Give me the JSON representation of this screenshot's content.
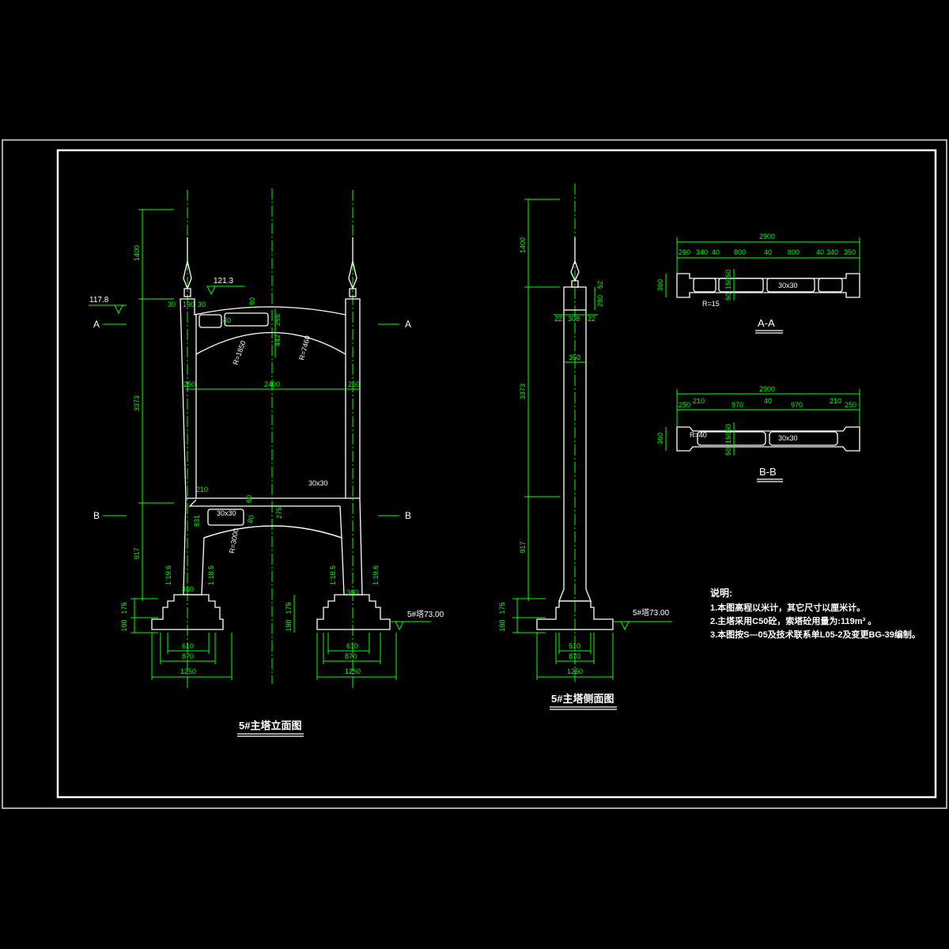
{
  "elevation": {
    "title": "5#主塔立面图",
    "dims": {
      "mast_height": "1400",
      "upper_height": "3373",
      "lower_height": "917",
      "footing_upper": "175",
      "footing_lower": "190",
      "top_small_left": "30",
      "top_small_mid": "190",
      "top_small_right": "30",
      "beam_40": "40",
      "beam_80": "80",
      "beam_255": "255",
      "beam_442": "442",
      "pier_left": "250",
      "span": "2400",
      "pier_right": "250",
      "lower_210": "210",
      "lower_60": "60",
      "lower_80": "80",
      "lower_831": "831",
      "lower_275": "275",
      "haunch_upper": "30x30",
      "haunch_lower": "30x30",
      "slope_l1": "1:19.6",
      "slope_l2": "1:18.5",
      "slope_r1": "1:18.5",
      "slope_r2": "1:19.6",
      "base_360_l": "360",
      "base_360_r": "360",
      "foot_610_l": "610",
      "foot_870_l": "870",
      "foot_1250_l": "1250",
      "foot_610_r": "610",
      "foot_870_r": "870",
      "foot_1250_r": "1250",
      "radius_1": "R=7460",
      "radius_2": "R=1850",
      "radius_3": "R=3000"
    },
    "elev_117": "117.8",
    "elev_121": "121.3",
    "elev_base": "5#塔73.00",
    "section_a": "A",
    "section_b": "B"
  },
  "side": {
    "title": "5#主塔侧面图",
    "dims": {
      "mast_height": "1400",
      "upper_height": "3373",
      "lower_height": "917",
      "footing_upper": "175",
      "footing_lower": "190",
      "cap_52": "52",
      "cap_280": "280",
      "w_22a": "22",
      "w_308": "308",
      "w_22b": "22",
      "w_350": "350",
      "foot_510": "510",
      "foot_870": "870",
      "foot_1250": "1250"
    },
    "elev_base": "5#塔73.00"
  },
  "section_aa": {
    "label": "A-A",
    "total": "2900",
    "parts": [
      "260",
      "340",
      "40",
      "800",
      "40",
      "800",
      "40",
      "340",
      "350"
    ],
    "height": "360",
    "h_parts": [
      "50",
      "150",
      "50"
    ],
    "haunch": "30x30",
    "radius": "R=15"
  },
  "section_bb": {
    "label": "B-B",
    "total": "2900",
    "parts": [
      "250",
      "210",
      "970",
      "40",
      "970",
      "210",
      "250"
    ],
    "height": "360",
    "h_parts": [
      "50",
      "150",
      "50"
    ],
    "haunch": "30x30",
    "radius": "R=40"
  },
  "notes": {
    "heading": "说明:",
    "lines": [
      "1.本图高程以米计，其它尺寸以厘米计。",
      "2.主塔采用C50砼，索塔砼用量为:119m³ 。",
      "3.本图按S—05及技术联系单L05-2及变更BG-39编制。"
    ]
  },
  "colors": {
    "line": "#ffffff",
    "dimension": "#00ff00",
    "background": "#000000"
  }
}
